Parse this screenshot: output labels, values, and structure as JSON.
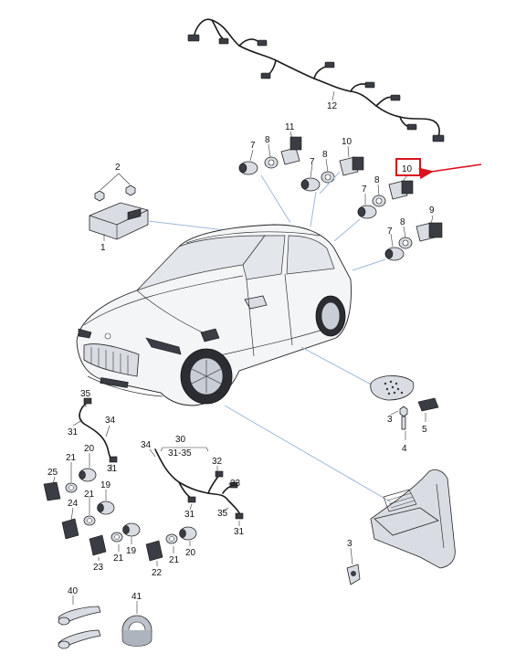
{
  "colors": {
    "highlight": "#d9131b",
    "leader": "#9fb8d8",
    "part_fill": "#d9dde3"
  },
  "labels": {
    "l1": "1",
    "l2": "2",
    "l3a": "3",
    "l3b": "3",
    "l4": "4",
    "l5": "5",
    "l7a": "7",
    "l7b": "7",
    "l7c": "7",
    "l7d": "7",
    "l8a": "8",
    "l8b": "8",
    "l8c": "8",
    "l8d": "8",
    "l9": "9",
    "l10a": "10",
    "l10b": "10",
    "l11": "11",
    "l12": "12",
    "l19": "19",
    "l19b": "19",
    "l20": "20",
    "l20b": "20",
    "l21a": "21",
    "l21b": "21",
    "l21c": "21",
    "l21d": "21",
    "l22": "22",
    "l23": "23",
    "l24": "24",
    "l25": "25",
    "l30": "30",
    "l3135": "31-35",
    "l31a": "31",
    "l31b": "31",
    "l31c": "31",
    "l31d": "31",
    "l32": "32",
    "l33": "33",
    "l34a": "34",
    "l34b": "34",
    "l35a": "35",
    "l35b": "35",
    "l40": "40",
    "l41": "41"
  },
  "highlighted_part": "10"
}
